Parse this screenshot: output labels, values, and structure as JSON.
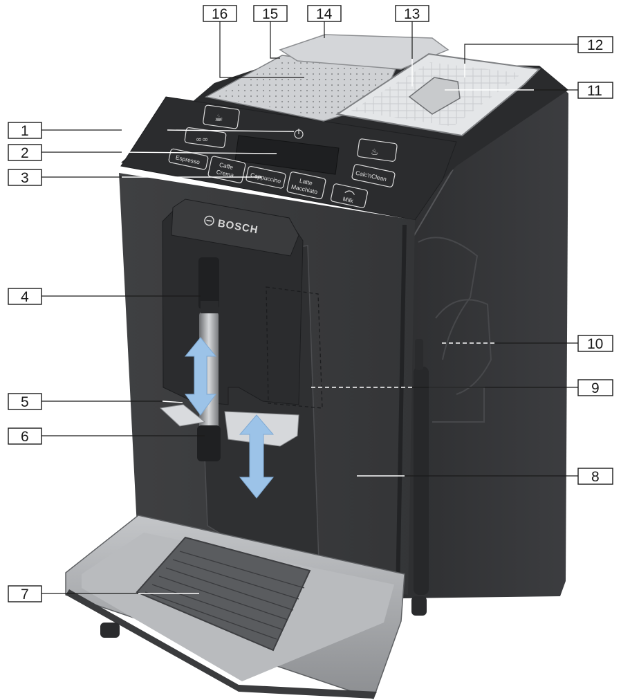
{
  "callouts": [
    "1",
    "2",
    "3",
    "4",
    "5",
    "6",
    "7",
    "8",
    "9",
    "10",
    "11",
    "12",
    "13",
    "14",
    "15",
    "16"
  ],
  "panel": {
    "brand": "BOSCH",
    "buttons": {
      "espresso": "Espresso",
      "caffe_crema_1": "Caffe",
      "caffe_crema_2": "Crema",
      "cappuccino": "Cappuccino",
      "latte_1": "Latte",
      "latte_2": "Macchiato",
      "calc_clean": "Calc'nClean",
      "milk": "Milk"
    }
  },
  "colors": {
    "body": "#3a3b3d",
    "panel": "#2c2d2f",
    "tray": "#a8aaad",
    "arrow": "#9cc3e8"
  },
  "icons": [
    "power-icon",
    "cup-icon",
    "strength-icon",
    "steam-icon",
    "milk-icon",
    "bosch-logo-icon"
  ]
}
